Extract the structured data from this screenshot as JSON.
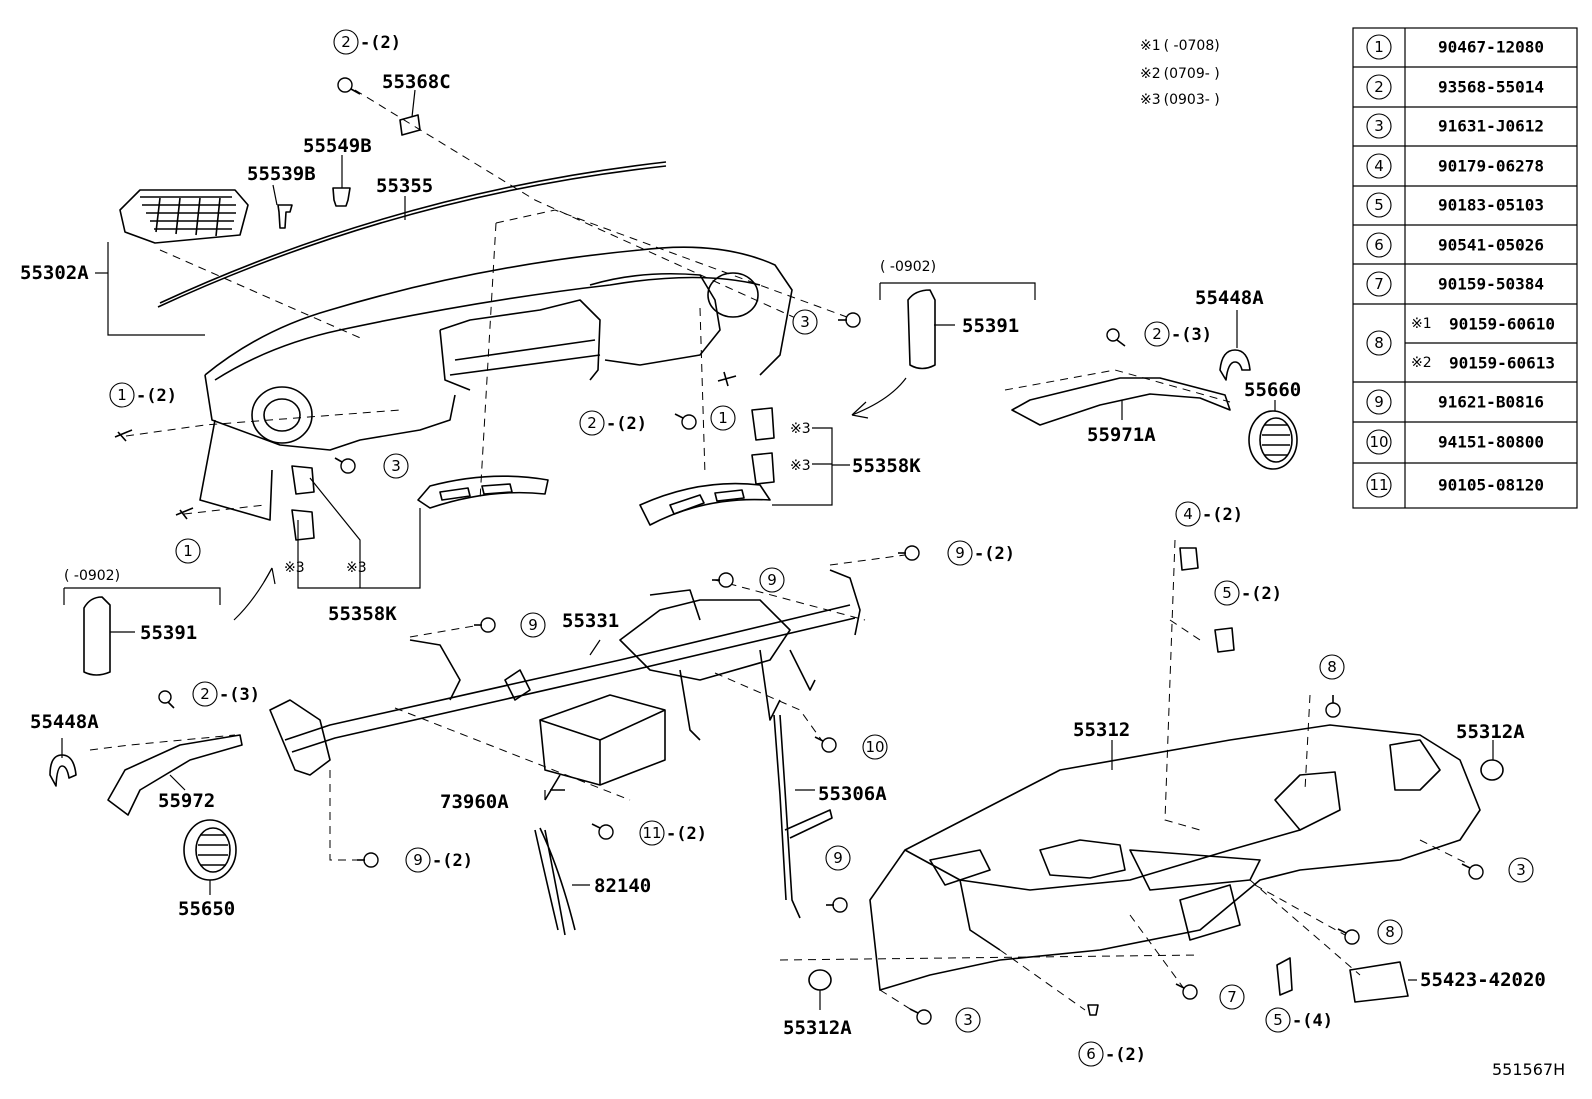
{
  "notes": [
    {
      "mark": "※1",
      "range": "(      -0708)"
    },
    {
      "mark": "※2",
      "range": "(0709-      )"
    },
    {
      "mark": "※3",
      "range": "(0903-      )"
    }
  ],
  "fastener_table": [
    {
      "no": "1",
      "parts": [
        {
          "mark": "",
          "part": "90467-12080"
        }
      ]
    },
    {
      "no": "2",
      "parts": [
        {
          "mark": "",
          "part": "93568-55014"
        }
      ]
    },
    {
      "no": "3",
      "parts": [
        {
          "mark": "",
          "part": "91631-J0612"
        }
      ]
    },
    {
      "no": "4",
      "parts": [
        {
          "mark": "",
          "part": "90179-06278"
        }
      ]
    },
    {
      "no": "5",
      "parts": [
        {
          "mark": "",
          "part": "90183-05103"
        }
      ]
    },
    {
      "no": "6",
      "parts": [
        {
          "mark": "",
          "part": "90541-05026"
        }
      ]
    },
    {
      "no": "7",
      "parts": [
        {
          "mark": "",
          "part": "90159-50384"
        }
      ]
    },
    {
      "no": "8",
      "parts": [
        {
          "mark": "※1",
          "part": "90159-60610"
        },
        {
          "mark": "※2",
          "part": "90159-60613"
        }
      ]
    },
    {
      "no": "9",
      "parts": [
        {
          "mark": "",
          "part": "91621-B0816"
        }
      ]
    },
    {
      "no": "10",
      "parts": [
        {
          "mark": "",
          "part": "94151-80800"
        }
      ]
    },
    {
      "no": "11",
      "parts": [
        {
          "mark": "",
          "part": "90105-08120"
        }
      ]
    }
  ],
  "part_labels": {
    "p55368C": "55368C",
    "p55549B": "55549B",
    "p55539B": "55539B",
    "p55355": "55355",
    "p55302A": "55302A",
    "p55391_r": "55391",
    "p55391_l": "55391",
    "p55448A_r": "55448A",
    "p55448A_l": "55448A",
    "p55660": "55660",
    "p55971A": "55971A",
    "p55358K_r": "55358K",
    "p55358K_l": "55358K",
    "p55331": "55331",
    "p55972": "55972",
    "p55650": "55650",
    "p73960A": "73960A",
    "p82140": "82140",
    "p55306A": "55306A",
    "p55312": "55312",
    "p55312A_r": "55312A",
    "p55312A_b": "55312A",
    "p55423": "55423-42020"
  },
  "range_labels": {
    "r_0902_right": "(    -0902)",
    "r_0902_left": "(    -0902)"
  },
  "note_marks": {
    "m3": "※3"
  },
  "callouts": {
    "c2_top": {
      "num": "2",
      "qty": "-(2)"
    },
    "c3_right": {
      "num": "3",
      "qty": ""
    },
    "c1_left": {
      "num": "1",
      "qty": "-(2)"
    },
    "c3_left": {
      "num": "3",
      "qty": ""
    },
    "c1_low": {
      "num": "1",
      "qty": ""
    },
    "c2_mid": {
      "num": "2",
      "qty": "-(2)"
    },
    "c1_mid": {
      "num": "1",
      "qty": ""
    },
    "c2_right": {
      "num": "2",
      "qty": "-(3)"
    },
    "c4": {
      "num": "4",
      "qty": "-(2)"
    },
    "c9_tr": {
      "num": "9",
      "qty": "-(2)"
    },
    "c9_t": {
      "num": "9",
      "qty": ""
    },
    "c9_l": {
      "num": "9",
      "qty": ""
    },
    "c5_r": {
      "num": "5",
      "qty": "-(2)"
    },
    "c2_left": {
      "num": "2",
      "qty": "-(3)"
    },
    "c8_top": {
      "num": "8",
      "qty": ""
    },
    "c10": {
      "num": "10",
      "qty": ""
    },
    "c11": {
      "num": "11",
      "qty": "-(2)"
    },
    "c9_bl": {
      "num": "9",
      "qty": "-(2)"
    },
    "c9_low": {
      "num": "9",
      "qty": ""
    },
    "c3_br": {
      "num": "3",
      "qty": ""
    },
    "c8_br": {
      "num": "8",
      "qty": ""
    },
    "c7": {
      "num": "7",
      "qty": ""
    },
    "c3_bot": {
      "num": "3",
      "qty": ""
    },
    "c5_bot": {
      "num": "5",
      "qty": "-(4)"
    },
    "c6": {
      "num": "6",
      "qty": "-(2)"
    }
  },
  "figure_ref": "551567H"
}
